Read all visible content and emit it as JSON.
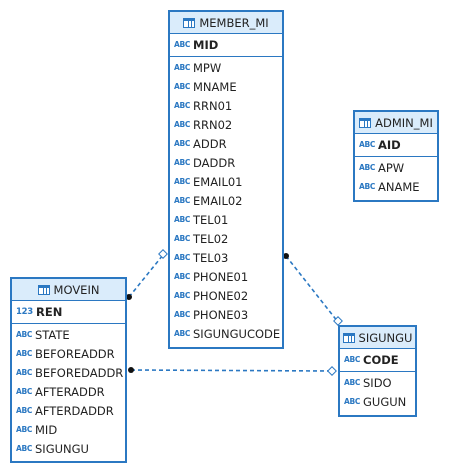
{
  "entities": {
    "member_mi": {
      "title": "MEMBER_MI",
      "pk": [
        {
          "name": "MID",
          "type": "ABC"
        }
      ],
      "cols": [
        {
          "name": "MPW",
          "type": "ABC"
        },
        {
          "name": "MNAME",
          "type": "ABC"
        },
        {
          "name": "RRN01",
          "type": "ABC"
        },
        {
          "name": "RRN02",
          "type": "ABC"
        },
        {
          "name": "ADDR",
          "type": "ABC"
        },
        {
          "name": "DADDR",
          "type": "ABC"
        },
        {
          "name": "EMAIL01",
          "type": "ABC"
        },
        {
          "name": "EMAIL02",
          "type": "ABC"
        },
        {
          "name": "TEL01",
          "type": "ABC"
        },
        {
          "name": "TEL02",
          "type": "ABC"
        },
        {
          "name": "TEL03",
          "type": "ABC"
        },
        {
          "name": "PHONE01",
          "type": "ABC"
        },
        {
          "name": "PHONE02",
          "type": "ABC"
        },
        {
          "name": "PHONE03",
          "type": "ABC"
        },
        {
          "name": "SIGUNGUCODE",
          "type": "ABC"
        }
      ]
    },
    "admin_mi": {
      "title": "ADMIN_MI",
      "pk": [
        {
          "name": "AID",
          "type": "ABC"
        }
      ],
      "cols": [
        {
          "name": "APW",
          "type": "ABC"
        },
        {
          "name": "ANAME",
          "type": "ABC"
        }
      ]
    },
    "movein": {
      "title": "MOVEIN",
      "pk": [
        {
          "name": "REN",
          "type": "123"
        }
      ],
      "cols": [
        {
          "name": "STATE",
          "type": "ABC"
        },
        {
          "name": "BEFOREADDR",
          "type": "ABC"
        },
        {
          "name": "BEFOREDADDR",
          "type": "ABC"
        },
        {
          "name": "AFTERADDR",
          "type": "ABC"
        },
        {
          "name": "AFTERDADDR",
          "type": "ABC"
        },
        {
          "name": "MID",
          "type": "ABC"
        },
        {
          "name": "SIGUNGU",
          "type": "ABC"
        }
      ]
    },
    "sigungu": {
      "title": "SIGUNGU",
      "pk": [
        {
          "name": "CODE",
          "type": "ABC"
        }
      ],
      "cols": [
        {
          "name": "SIDO",
          "type": "ABC"
        },
        {
          "name": "GUGUN",
          "type": "ABC"
        }
      ]
    }
  },
  "colors": {
    "border": "#2b78c2",
    "header_bg": "#daecfb",
    "relationship_line": "#2b78c2"
  }
}
